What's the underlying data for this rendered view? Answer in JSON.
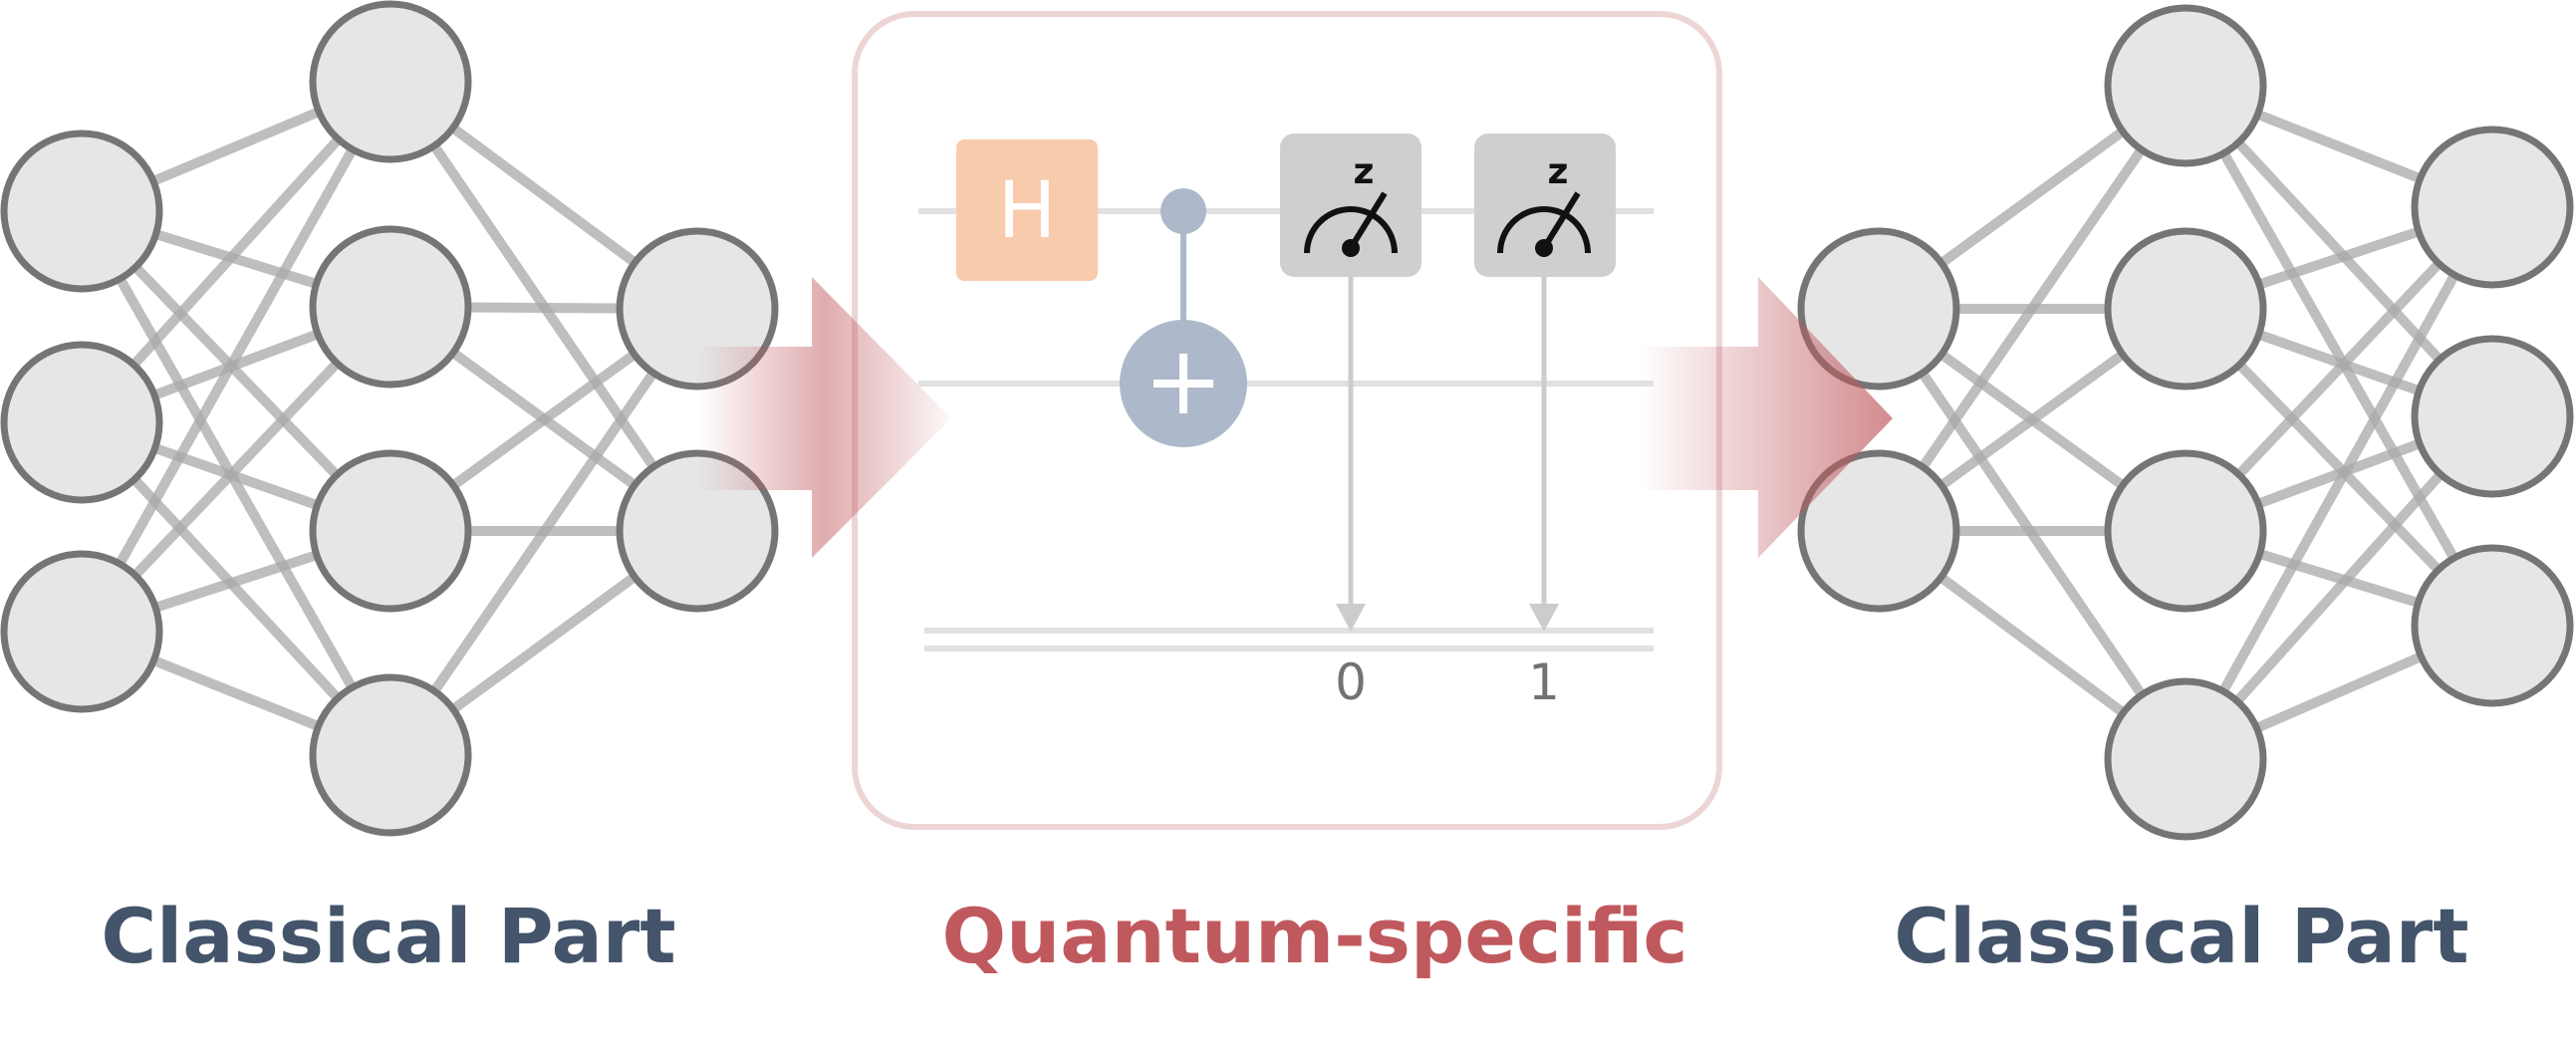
{
  "captions": {
    "left": "Classical Part",
    "middle": "Quantum-specific",
    "right": "Classical Part"
  },
  "circuit": {
    "hadamard_label": "H",
    "measure_labels": [
      "z",
      "z"
    ],
    "classical_bits": [
      "0",
      "1"
    ]
  },
  "colors": {
    "classical_text": "#44546A",
    "quantum_text": "#C0595E",
    "neuron_fill": "#E6E6E6",
    "neuron_stroke": "#757575",
    "edge": "#A8A8A8",
    "hadamard_fill": "#F8CBAD",
    "cnot_fill": "#ADB9CA",
    "measure_fill": "#D0CECE",
    "box_stroke": "#EDD5D6",
    "arrow": "#C0595E"
  }
}
